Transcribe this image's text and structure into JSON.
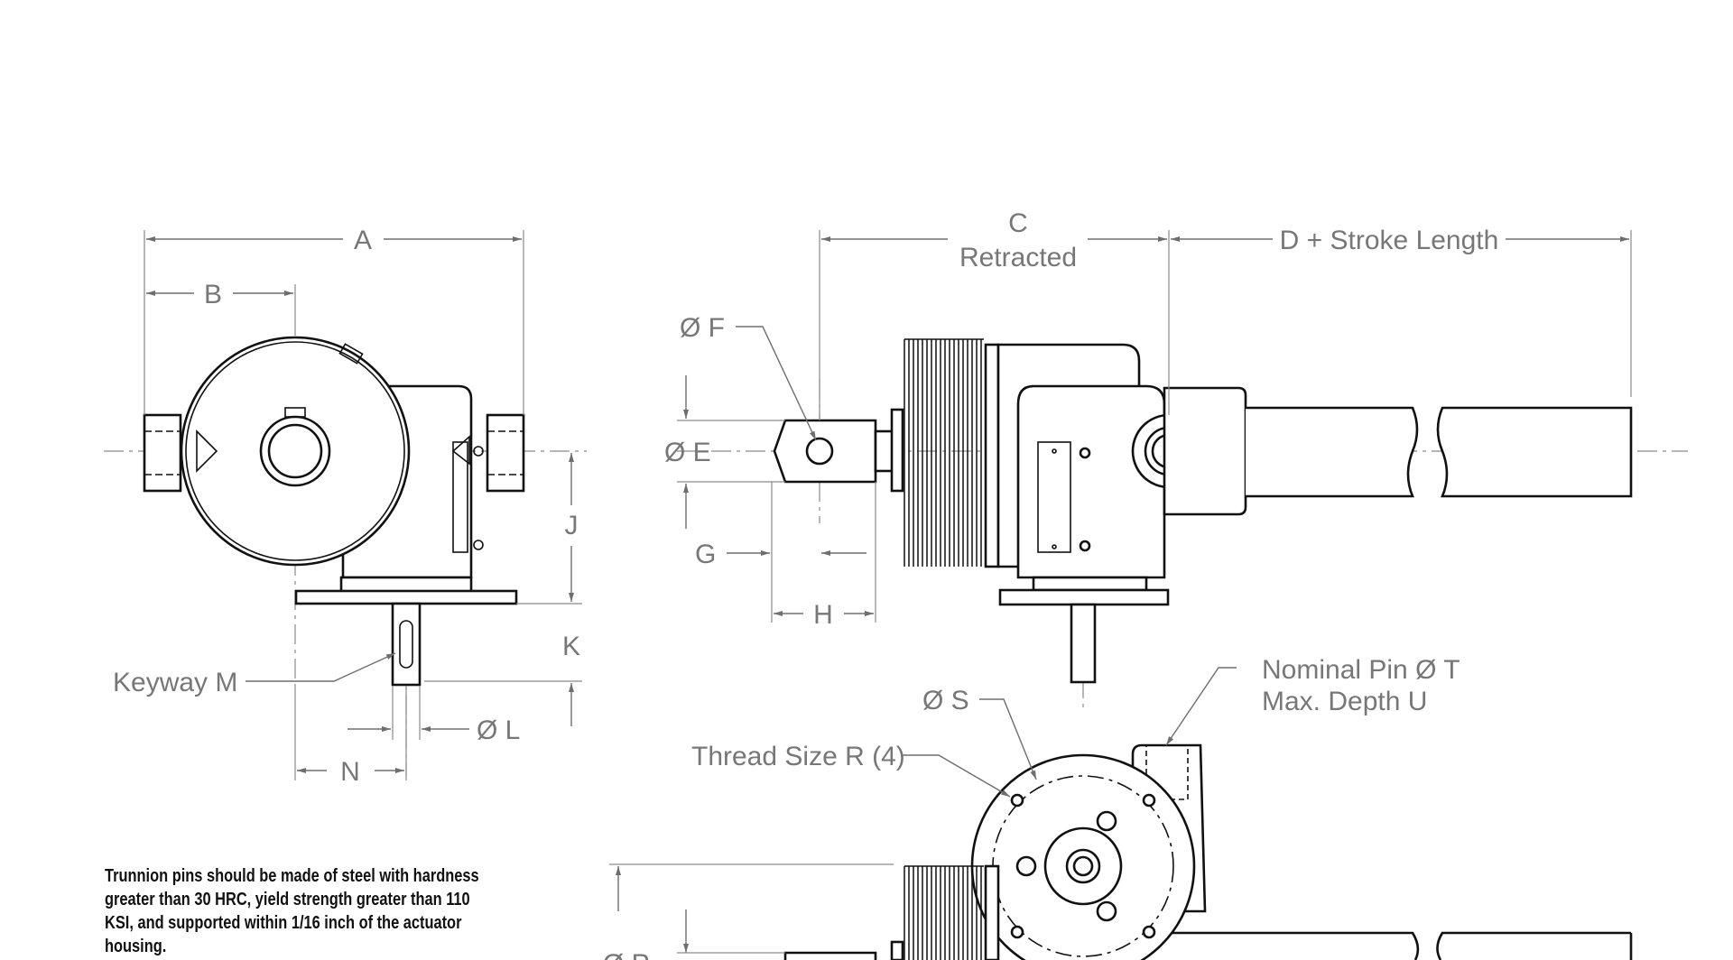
{
  "labels": {
    "A": "A",
    "B": "B",
    "C_line1": "C",
    "C_line2": "Retracted",
    "D": "D + Stroke Length",
    "F": "Ø F",
    "E": "Ø E",
    "G": "G",
    "H": "H",
    "J": "J",
    "K": "K",
    "L": "Ø L",
    "N": "N",
    "keyway": "Keyway M",
    "S": "Ø S",
    "thread": "Thread Size R (4)",
    "pin_line1": "Nominal Pin Ø T",
    "pin_line2": "Max. Depth U",
    "P": "Ø P"
  },
  "note": "Trunnion pins should be made of steel with hardness greater than 30 HRC, yield strength greater than 110 KSI, and supported within 1/16 inch of the actuator housing."
}
